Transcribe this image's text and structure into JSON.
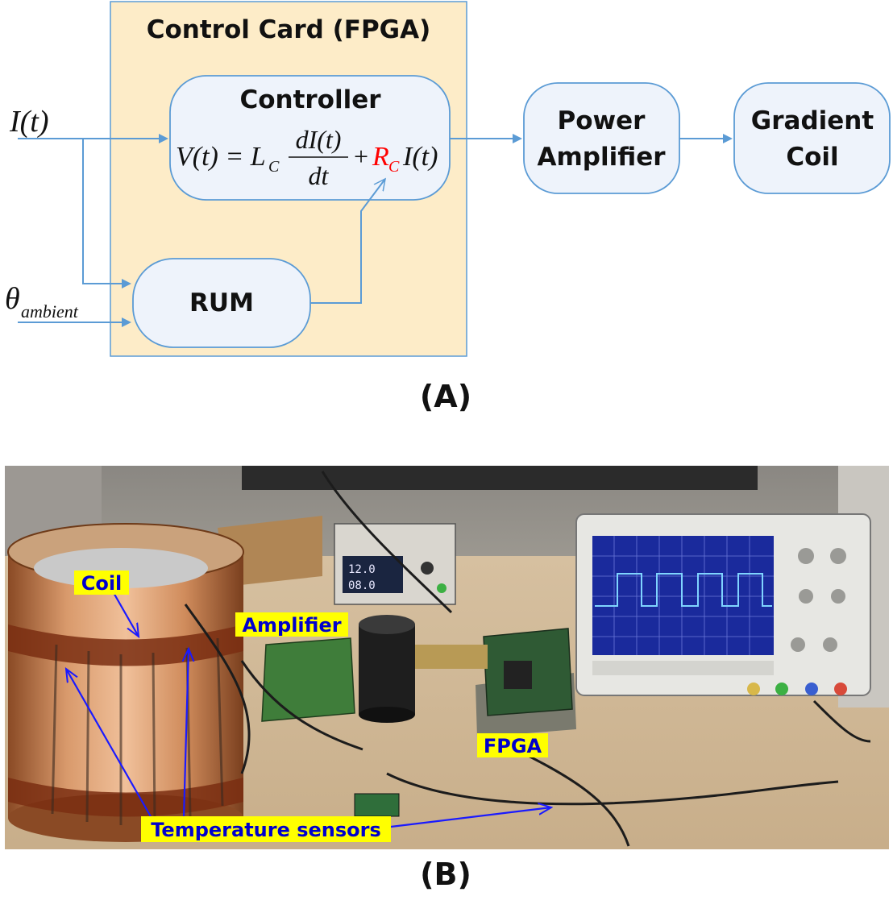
{
  "diagram": {
    "control_card_title": "Control Card (FPGA)",
    "controller_title": "Controller",
    "equation": {
      "lhs": "V(t) = L",
      "lhs_sub": "C",
      "frac_num": "dI(t)",
      "frac_den": "dt",
      "plus": "+",
      "rc": "R",
      "rc_sub": "C",
      "rhs": "I(t)"
    },
    "input_current": "I(t)",
    "input_theta": "θ",
    "input_theta_sub": "ambient",
    "rum_label": "RUM",
    "power_amp_line1": "Power",
    "power_amp_line2": "Amplifier",
    "gradient_line1": "Gradient",
    "gradient_line2": "Coil",
    "panel_a_label": "(A)"
  },
  "photo": {
    "tags": {
      "coil": "Coil",
      "amplifier": "Amplifier",
      "fpga": "FPGA",
      "temperature_sensors": "Temperature sensors"
    },
    "psu_readout_1": "12.0",
    "psu_readout_2": "08.0",
    "panel_b_label": "(B)"
  },
  "colors": {
    "card_fill": "#fdecc8",
    "box_stroke": "#5b9bd5",
    "arrow": "#5b9bd5",
    "rc_red": "#ff0000",
    "tag_fill": "#ffff00",
    "tag_text": "#0000cc",
    "annotation_arrow": "#1a1aff"
  }
}
